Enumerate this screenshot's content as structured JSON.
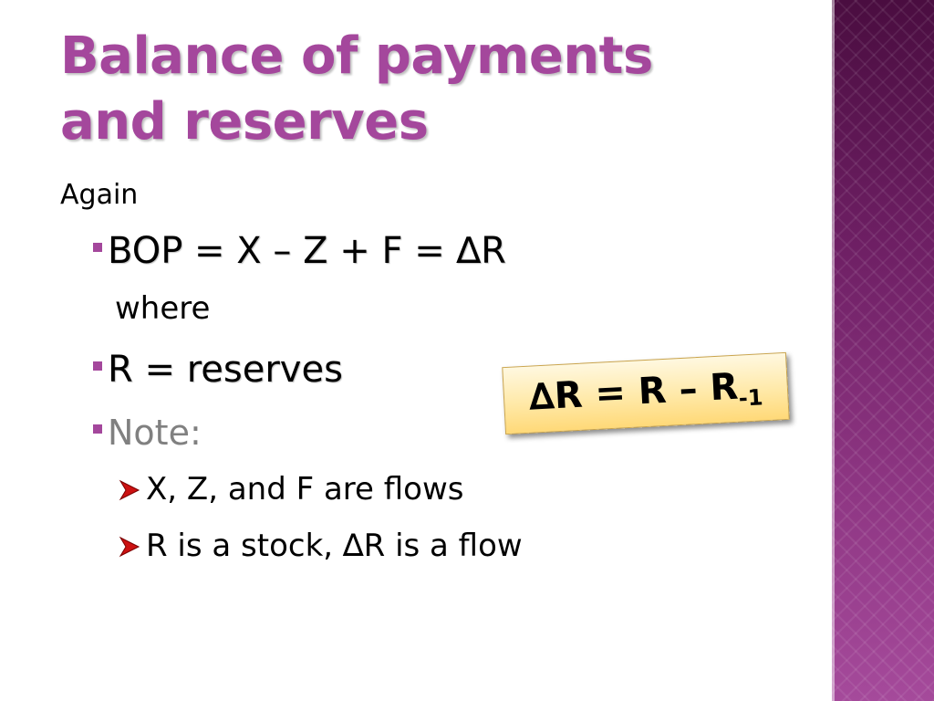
{
  "slide": {
    "title_line1": "Balance of payments",
    "title_line2": "and reserves",
    "intro": "Again",
    "bullets": [
      {
        "text": "BOP = X – Z + F = ∆R"
      },
      {
        "text": "R = reserves"
      },
      {
        "text": "Note:"
      }
    ],
    "where_text": "where",
    "sub_bullets": [
      {
        "text": "X, Z, and F are flows"
      },
      {
        "text": "R is a stock, ∆R is a flow"
      }
    ],
    "callout_main": "∆R = R – R",
    "callout_subscript": "-1"
  },
  "colors": {
    "title": "#a4479c",
    "bullet_marker": "#a4479c",
    "arrow_marker": "#cc1111",
    "note_text": "#808080",
    "side_band": "#7a2a70",
    "callout_fill": "#ffe9a8"
  },
  "icons": {
    "bullet": "square-bullet-icon",
    "sub_bullet": "arrow-bullet-icon"
  }
}
